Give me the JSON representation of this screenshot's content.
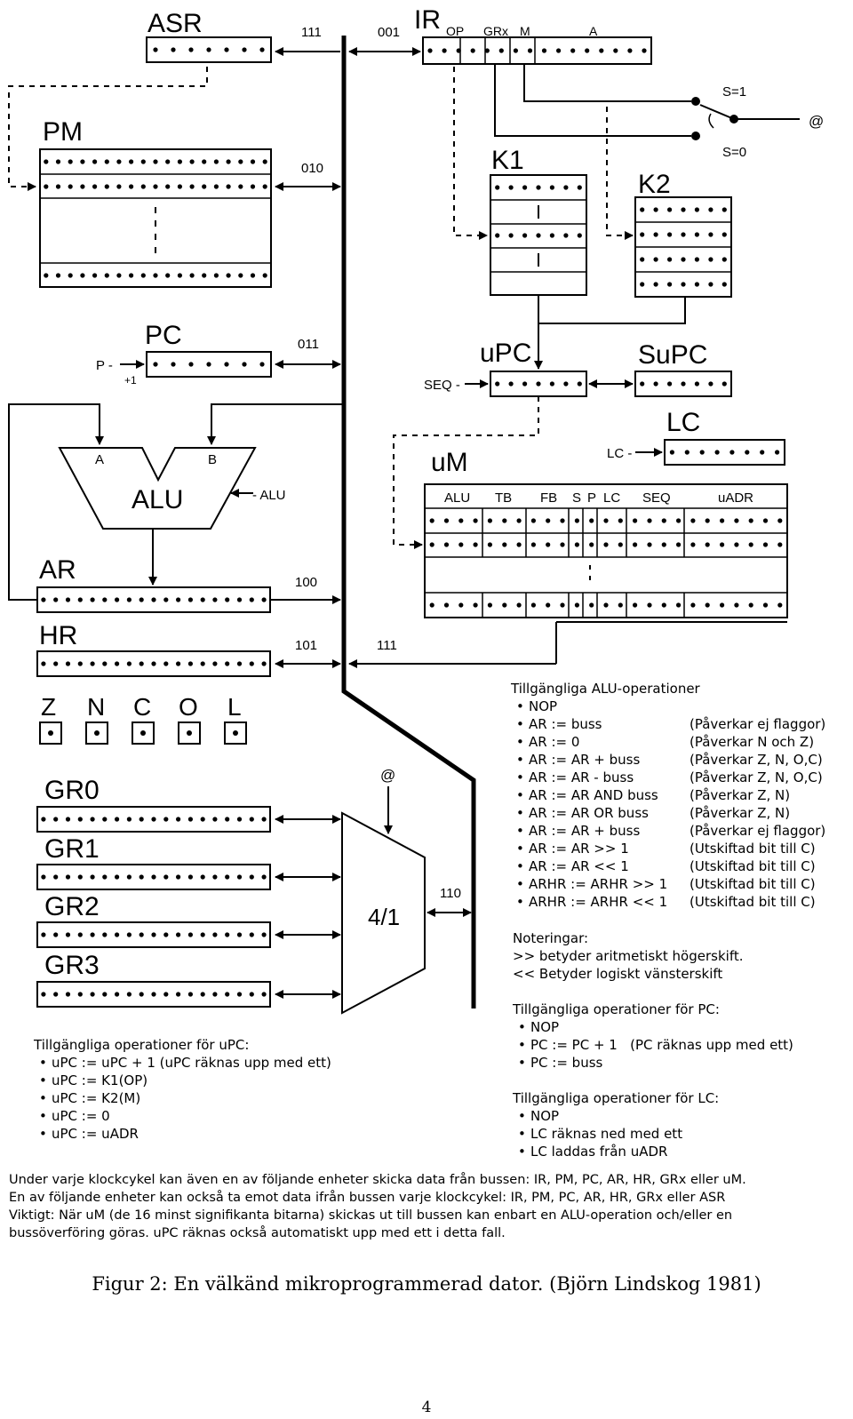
{
  "diagram": {
    "labels": {
      "asr": "ASR",
      "ir": "IR",
      "ir_op": "OP",
      "ir_grx": "GRx",
      "ir_m": "M",
      "ir_a": "A",
      "pm": "PM",
      "k1": "K1",
      "k2": "K2",
      "pc": "PC",
      "upc": "uPC",
      "supc": "SuPC",
      "lc": "LC",
      "um": "uM",
      "alu": "ALU",
      "alu_a": "A",
      "alu_b": "B",
      "ar": "AR",
      "hr": "HR",
      "gr0": "GR0",
      "gr1": "GR1",
      "gr2": "GR2",
      "gr3": "GR3",
      "mux": "4/1",
      "s1": "S=1",
      "s0": "S=0",
      "at": "@",
      "mux_at": "@",
      "p_ctrl": "P -",
      "plus1": "+1",
      "seq_ctrl": "SEQ -",
      "lc_ctrl": "LC -",
      "alu_ctrl": "- ALU",
      "code_asr": "111",
      "code_ir": "001",
      "code_pm": "010",
      "code_pc": "011",
      "code_ar": "100",
      "code_hr": "101",
      "code_um": "111",
      "code_mux": "110"
    },
    "um_fields": [
      "ALU",
      "TB",
      "FB",
      "S",
      "P",
      "LC",
      "SEQ",
      "uADR"
    ],
    "flags": [
      "Z",
      "N",
      "C",
      "O",
      "L"
    ]
  },
  "alu_ops": {
    "heading": "Tillgängliga ALU-operationer",
    "items": [
      {
        "op": "NOP",
        "note": ""
      },
      {
        "op": "AR := buss",
        "note": "(Påverkar ej flaggor)"
      },
      {
        "op": "AR := 0",
        "note": "(Påverkar N och Z)"
      },
      {
        "op": "AR := AR + buss",
        "note": "(Påverkar Z, N, O,C)"
      },
      {
        "op": "AR := AR - buss",
        "note": "(Påverkar Z, N, O,C)"
      },
      {
        "op": "AR := AR AND buss",
        "note": "(Påverkar Z, N)"
      },
      {
        "op": "AR := AR OR buss",
        "note": "(Påverkar Z, N)"
      },
      {
        "op": "AR := AR + buss",
        "note": "(Påverkar ej flaggor)"
      },
      {
        "op": "AR := AR >> 1",
        "note": "(Utskiftad bit till C)"
      },
      {
        "op": "AR := AR << 1",
        "note": "(Utskiftad bit till C)"
      },
      {
        "op": "ARHR := ARHR >> 1",
        "note": "(Utskiftad bit till C)"
      },
      {
        "op": "ARHR := ARHR << 1",
        "note": "(Utskiftad bit till C)"
      }
    ]
  },
  "notes": {
    "heading": "Noteringar:",
    "lines": [
      ">> betyder aritmetiskt högerskift.",
      "<< Betyder logiskt vänsterskift"
    ]
  },
  "pc_ops": {
    "heading": "Tillgängliga operationer för PC:",
    "items": [
      "NOP",
      "PC := PC + 1   (PC räknas upp med ett)",
      "PC := buss"
    ]
  },
  "lc_ops": {
    "heading": "Tillgängliga operationer för LC:",
    "items": [
      "NOP",
      "LC räknas ned med ett",
      "LC laddas från uADR"
    ]
  },
  "upc_ops": {
    "heading": "Tillgängliga operationer för uPC:",
    "items": [
      "uPC := uPC + 1 (uPC räknas upp med ett)",
      "uPC := K1(OP)",
      "uPC := K2(M)",
      "uPC := 0",
      "uPC := uADR"
    ]
  },
  "bottom_text": [
    "Under varje klockcykel kan även en av följande enheter skicka data från bussen: IR, PM, PC, AR, HR, GRx eller uM.",
    "En av följande enheter kan också ta emot data ifrån bussen varje klockcykel: IR, PM, PC, AR, HR, GRx eller ASR",
    "Viktigt: När uM (de 16 minst signifikanta bitarna) skickas ut till bussen kan enbart en ALU-operation och/eller en",
    "bussöverföring göras. uPC räknas också automatiskt upp med ett i detta fall."
  ],
  "caption": "Figur 2: En välkänd mikroprogrammerad dator. (Björn Lindskog 1981)",
  "page_number": "4"
}
